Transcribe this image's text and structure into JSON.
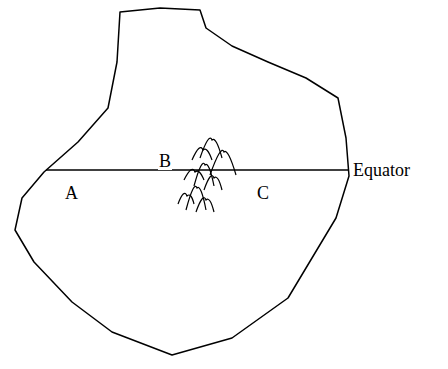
{
  "diagram": {
    "labels": [
      "A",
      "B",
      "C",
      "Equator"
    ]
  }
}
